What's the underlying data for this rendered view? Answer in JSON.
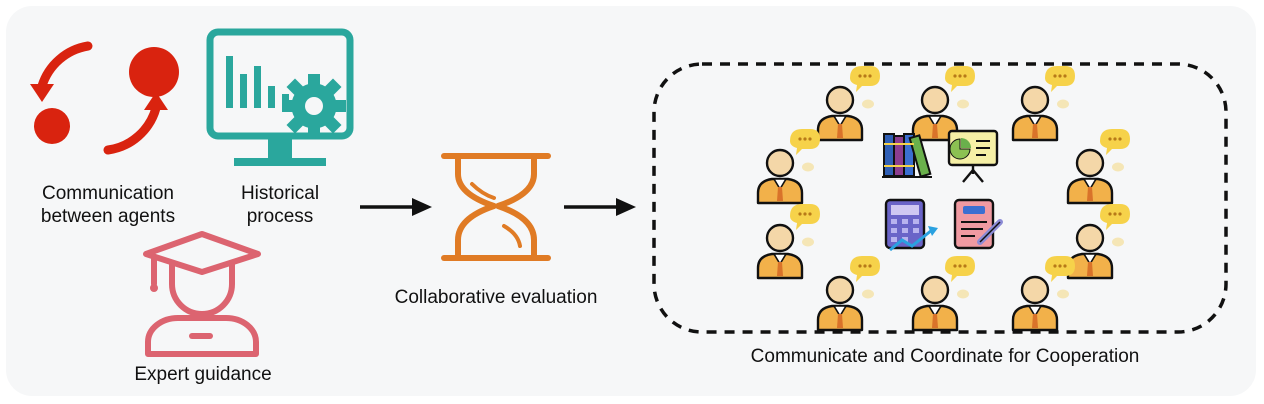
{
  "labels": {
    "communication_line1": "Communication",
    "communication_line2": "between agents",
    "historical_line1": "Historical",
    "historical_line2": "process",
    "expert": "Expert guidance",
    "collab": "Collaborative evaluation",
    "cooperation": "Communicate and Coordinate for Cooperation"
  },
  "colors": {
    "red": "#d9230f",
    "teal": "#2aa79d",
    "pink": "#dc6470",
    "orange": "#e07b25",
    "arrow": "#111111",
    "dashed_border": "#111111",
    "agent_skin": "#f4d7a8",
    "agent_suit": "#f2b14a",
    "chat_bubble": "#f6d24a"
  },
  "icons": [
    "cycle-arrows-icon",
    "monitor-chart-gear-icon",
    "graduate-icon",
    "hourglass-icon",
    "books-icon",
    "presentation-board-icon",
    "calculator-icon",
    "clipboard-icon",
    "agent-icon"
  ]
}
